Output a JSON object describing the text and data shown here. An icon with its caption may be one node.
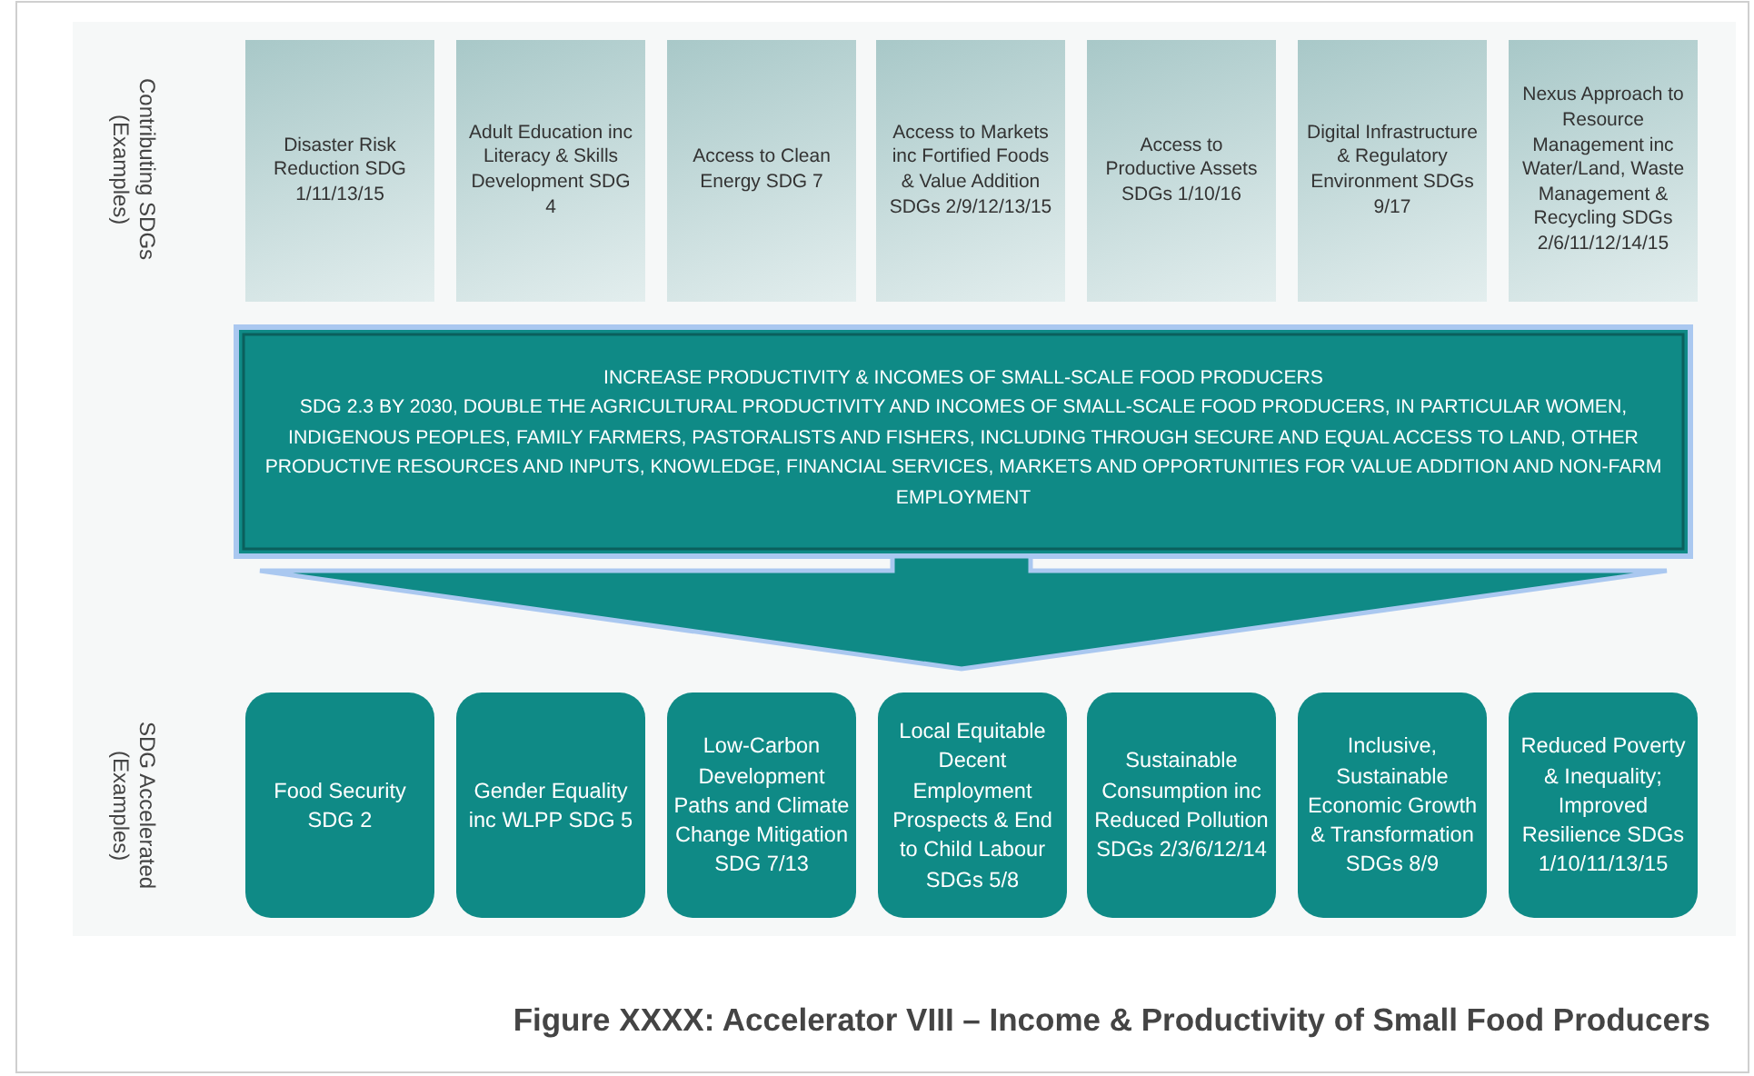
{
  "diagram": {
    "caption": "Figure XXXX: Accelerator VIII – Income & Productivity of Small Food Producers",
    "nodes": [
      {
        "text": [
          "Disaster Risk Reduction SDG 1/11/13/15"
        ]
      },
      {
        "text": [
          "Adult Education inc Literacy & Skills Development SDG 4"
        ]
      },
      {
        "text": [
          "Access to Clean Energy SDG 7"
        ]
      },
      {
        "text": [
          "Access to Markets inc Fortified Foods & Value Addition SDGs 2/9/12/13/15"
        ]
      },
      {
        "text": [
          "Access to Productive Assets SDGs 1/10/16"
        ]
      },
      {
        "text": [
          "Digital Infrastructure & Regulatory Environment SDGs 9/17"
        ]
      },
      {
        "text": [
          "Nexus Approach to Resource Management inc Water/Land, Waste Management & Recycling SDGs 2/6/11/12/14/15"
        ]
      },
      {
        "text": [
          "INCREASE PRODUCTIVITY & INCOMES OF SMALL-SCALE FOOD PRODUCERS",
          "SDG 2.3 BY 2030, DOUBLE THE AGRICULTURAL PRODUCTIVITY AND INCOMES OF SMALL-SCALE FOOD PRODUCERS, IN PARTICULAR WOMEN, INDIGENOUS PEOPLES, FAMILY FARMERS, PASTORALISTS AND FISHERS, INCLUDING THROUGH SECURE AND EQUAL ACCESS TO LAND, OTHER PRODUCTIVE RESOURCES AND INPUTS, KNOWLEDGE, FINANCIAL SERVICES, MARKETS AND OPPORTUNITIES FOR VALUE ADDITION AND NON-FARM EMPLOYMENT"
        ]
      },
      {
        "text": [
          "Food Security SDG 2"
        ]
      },
      {
        "text": [
          "Gender Equality inc WLPP SDG 5"
        ]
      },
      {
        "text": [
          "Low-Carbon Development Paths and Climate Change Mitigation SDG 7/13"
        ]
      },
      {
        "text": [
          "Local Equitable Decent Employment Prospects & End to Child Labour SDGs 5/8"
        ]
      },
      {
        "text": [
          "Sustainable Consumption inc Reduced Pollution SDGs 2/3/6/12/14"
        ]
      },
      {
        "text": [
          "Inclusive, Sustainable Economic Growth & Transformation SDGs 8/9"
        ]
      },
      {
        "text": [
          "Reduced Poverty & Inequality; Improved Resilience SDGs 1/10/11/13/15"
        ]
      }
    ],
    "labels": [
      "Contributing SDGs (Examples)",
      "SDG Accelerated (Examples)"
    ]
  }
}
